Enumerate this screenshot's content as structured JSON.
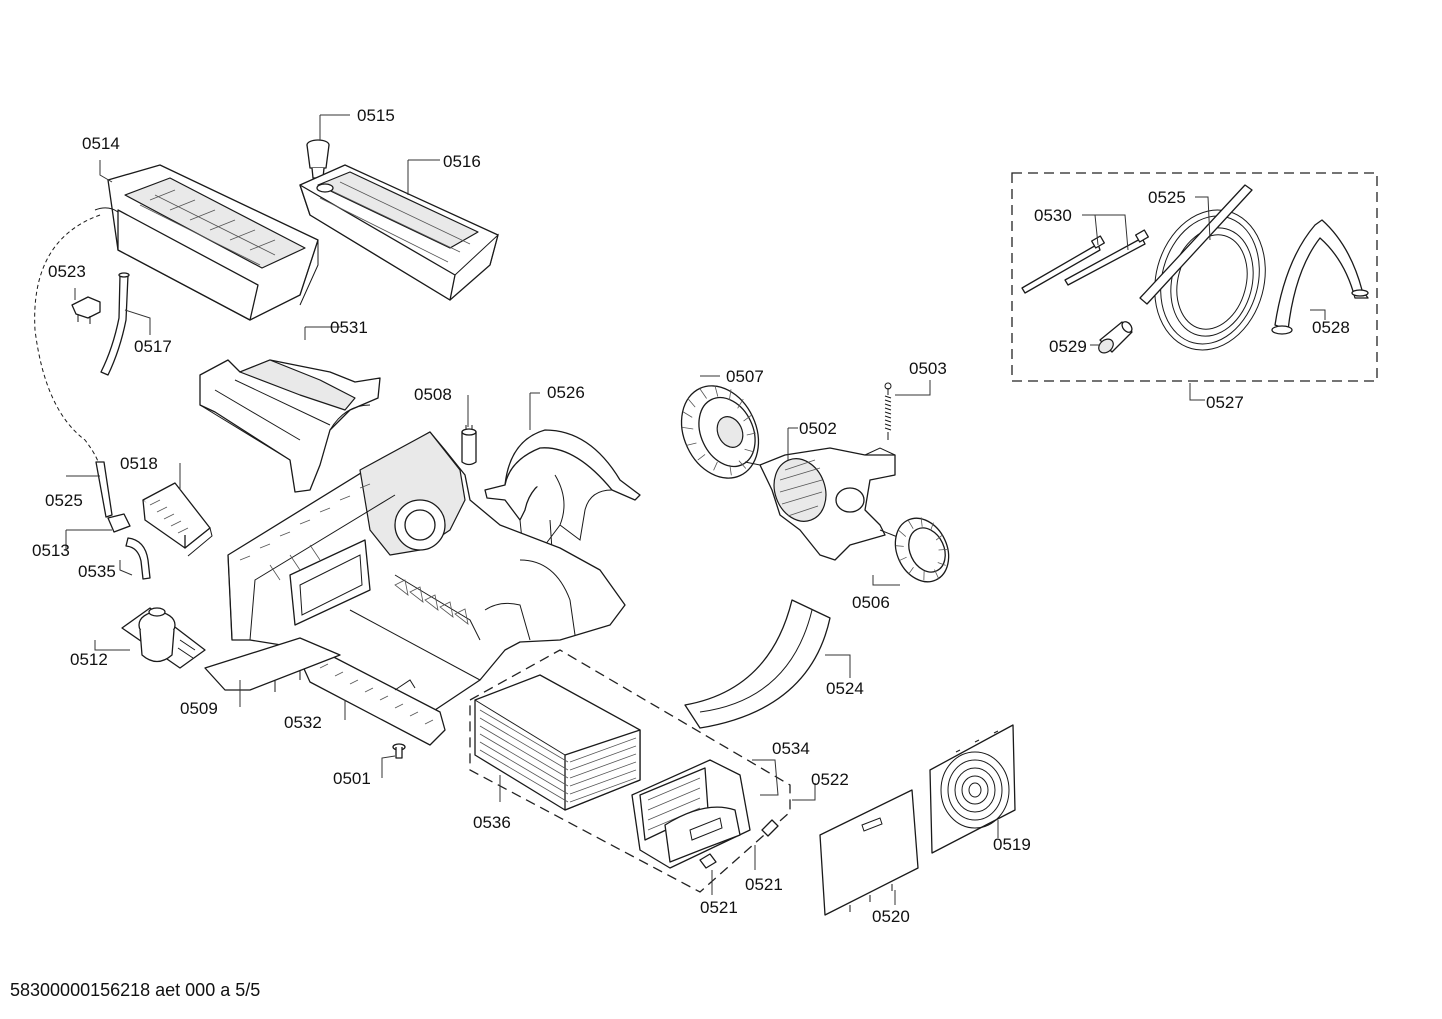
{
  "labels": {
    "p0501": "0501",
    "p0502": "0502",
    "p0503": "0503",
    "p0506": "0506",
    "p0507": "0507",
    "p0508": "0508",
    "p0509": "0509",
    "p0512": "0512",
    "p0513": "0513",
    "p0514": "0514",
    "p0515": "0515",
    "p0516": "0516",
    "p0517": "0517",
    "p0518": "0518",
    "p0519": "0519",
    "p0520": "0520",
    "p0521a": "0521",
    "p0521b": "0521",
    "p0522": "0522",
    "p0523": "0523",
    "p0524": "0524",
    "p0525a": "0525",
    "p0525b": "0525",
    "p0526": "0526",
    "p0527": "0527",
    "p0528": "0528",
    "p0529": "0529",
    "p0530": "0530",
    "p0531": "0531",
    "p0532": "0532",
    "p0534": "0534",
    "p0535": "0535",
    "p0536": "0536"
  },
  "footer": "58300000156218 aet 000 a 5/5"
}
